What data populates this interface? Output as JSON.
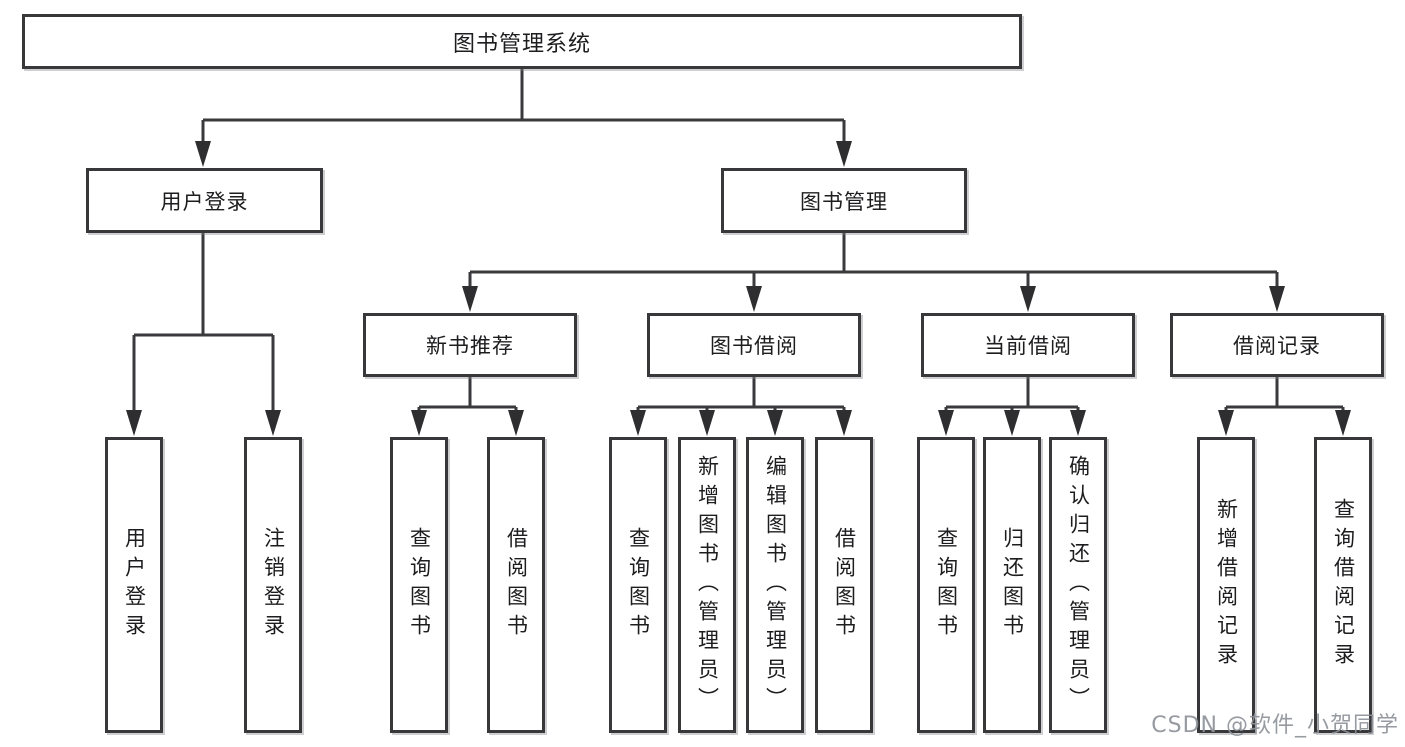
{
  "nodes": {
    "root": "图书管理系统",
    "user_login": "用户登录",
    "book_mgmt": "图书管理",
    "new_books": "新书推荐",
    "book_borrow": "图书借阅",
    "current_borrow": "当前借阅",
    "borrow_records": "借阅记录",
    "ul_login": "用户登录",
    "ul_logout": "注销登录",
    "nb_query": "查询图书",
    "nb_borrow": "借阅图书",
    "bb_query": "查询图书",
    "bb_add": "新增图书（管理员）",
    "bb_edit": "编辑图书（管理员）",
    "bb_borrow": "借阅图书",
    "cb_query": "查询图书",
    "cb_return": "归还图书",
    "cb_confirm": "确认归还（管理员）",
    "br_add": "新增借阅记录",
    "br_query": "查询借阅记录"
  },
  "edges": [
    [
      "root",
      "user_login"
    ],
    [
      "root",
      "book_mgmt"
    ],
    [
      "user_login",
      "ul_login"
    ],
    [
      "user_login",
      "ul_logout"
    ],
    [
      "book_mgmt",
      "new_books"
    ],
    [
      "book_mgmt",
      "book_borrow"
    ],
    [
      "book_mgmt",
      "current_borrow"
    ],
    [
      "book_mgmt",
      "borrow_records"
    ],
    [
      "new_books",
      "nb_query"
    ],
    [
      "new_books",
      "nb_borrow"
    ],
    [
      "book_borrow",
      "bb_query"
    ],
    [
      "book_borrow",
      "bb_add"
    ],
    [
      "book_borrow",
      "bb_edit"
    ],
    [
      "book_borrow",
      "bb_borrow"
    ],
    [
      "current_borrow",
      "cb_query"
    ],
    [
      "current_borrow",
      "cb_return"
    ],
    [
      "current_borrow",
      "cb_confirm"
    ],
    [
      "borrow_records",
      "br_add"
    ],
    [
      "borrow_records",
      "br_query"
    ]
  ],
  "watermark": "CSDN @软件_小贺同学",
  "colors": {
    "line": "#3a3a3c",
    "box_border": "#38383a",
    "text": "#1d1d1f",
    "watermark": "#8d9199",
    "background": "#ffffff"
  }
}
